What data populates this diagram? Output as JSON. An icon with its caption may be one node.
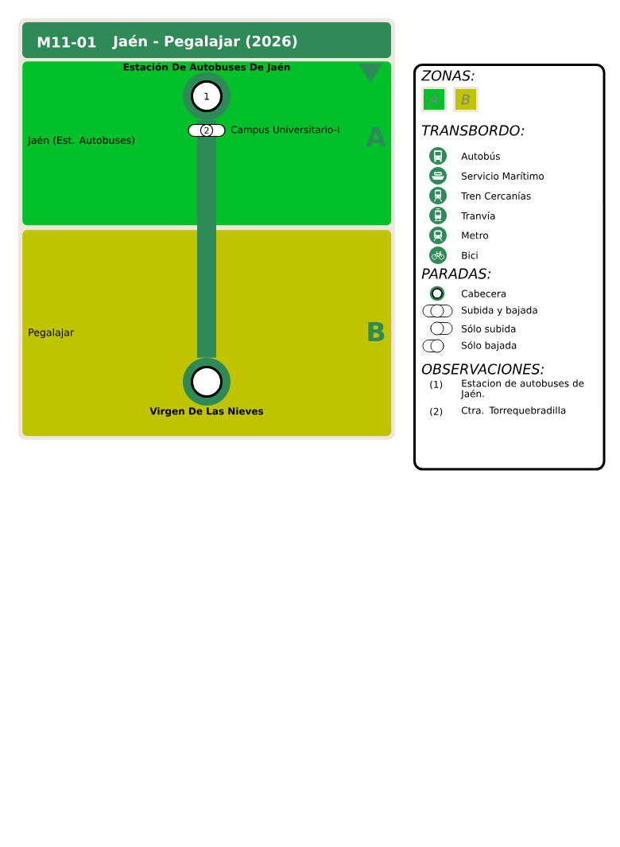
{
  "diagram": {
    "title": "Jaén - Pegalajar (2026)",
    "nodes": [
      {
        "text": [
          "Jaén (Est. Autobuses)",
          "A"
        ]
      },
      {
        "text": [
          "Pegalajar",
          "B"
        ]
      },
      {
        "text": [
          "1"
        ],
        "beside": [
          "Estación De Autobuses De Jaén"
        ],
        "in": 0
      },
      {
        "text": [
          "2"
        ],
        "beside": [
          "Campus Universitario-I"
        ],
        "in": 0
      },
      {
        "text": [],
        "shape": "circle",
        "beside": [
          "Virgen De Las Nieves"
        ],
        "in": 1
      }
    ],
    "edges": [
      {
        "from": 2,
        "to": 3,
        "arrow": "none"
      },
      {
        "from": 3,
        "to": 4,
        "arrow": "none"
      }
    ],
    "labels": [
      "M11-01",
      "ZONAS:",
      "TRANSBORDO:",
      "PARADAS:",
      "OBSERVACIONES:",
      "(1)",
      "Estacion de autobuses de Jaén.",
      "(2)",
      "Ctra. Torrequebradilla"
    ],
    "legend": [
      {
        "text": "A",
        "color": "#00c12a"
      },
      {
        "text": "B",
        "color": "#bfc300"
      },
      {
        "text": "Autobús"
      },
      {
        "text": "Servicio Marítimo"
      },
      {
        "text": "Tren Cercanías"
      },
      {
        "text": "Tranvía"
      },
      {
        "text": "Metro"
      },
      {
        "text": "Bici"
      },
      {
        "text": "Cabecera"
      },
      {
        "text": "Subida y bajada"
      },
      {
        "text": "Sólo subida"
      },
      {
        "text": "Sólo bajada"
      }
    ]
  }
}
